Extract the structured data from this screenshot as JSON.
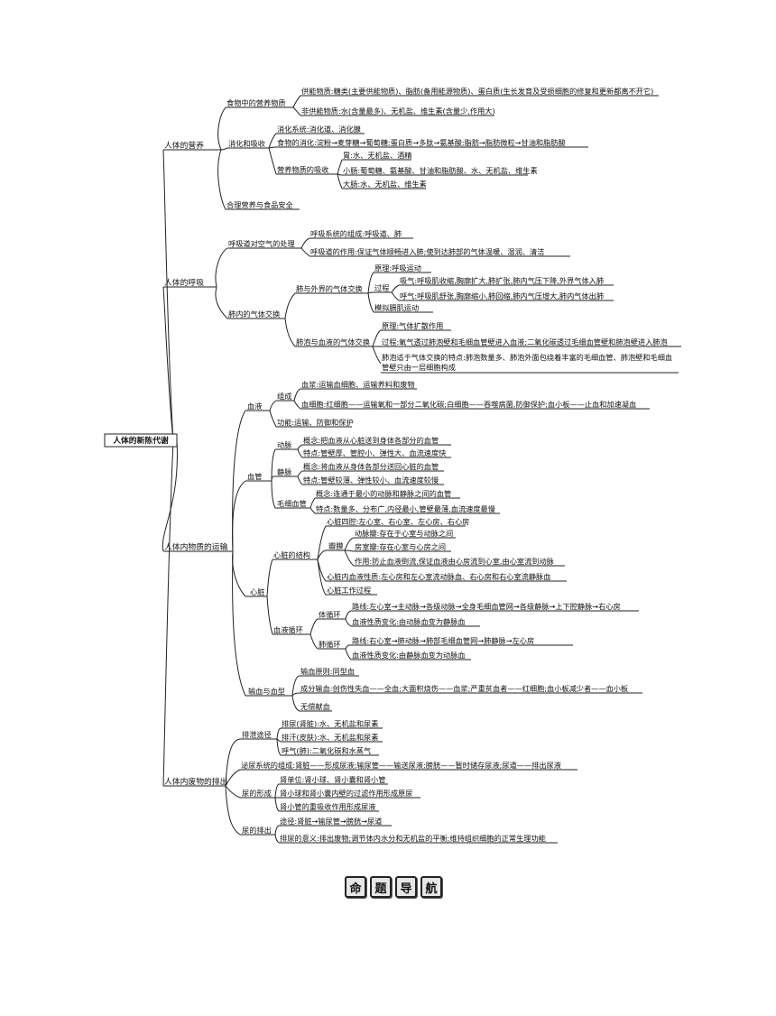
{
  "root": "人体的新陈代谢",
  "nodes": {
    "b1": "人体的营养",
    "b1_1": "食物中的营养物质",
    "b1_1_1": "供能物质:糖类(主要供能物质)、脂肪(备用能源物质)、蛋白质(生长发育及受损细胞的修复和更新都离不开它)",
    "b1_1_2": "非供能物质:水(含量最多)、无机盐、维生素(含量少,作用大)",
    "b1_2": "消化和吸收",
    "b1_2_1": "消化系统:消化道、消化腺",
    "b1_2_2": "食物的消化:淀粉→麦芽糖→葡萄糖;蛋白质→多肽→氨基酸;脂肪→脂肪微粒→甘油和脂肪酸",
    "b1_2_3": "营养物质的吸收",
    "b1_2_3_1": "胃:水、无机盐、酒精",
    "b1_2_3_2": "小肠:葡萄糖、氨基酸、甘油和脂肪酸、水、无机盐、维生素",
    "b1_2_3_3": "大肠:水、无机盐、维生素",
    "b1_3": "合理营养与食品安全",
    "b2": "人体的呼吸",
    "b2_1": "呼吸道对空气的处理",
    "b2_1_1": "呼吸系统的组成:呼吸道、肺",
    "b2_1_2": "呼吸道的作用:保证气体顺畅进入肺;使到达肺部的气体温暖、湿润、清洁",
    "b2_2": "肺内的气体交换",
    "b2_2_1": "肺与外界的气体交换",
    "b2_2_1_1": "原理:呼吸运动",
    "b2_2_1_2": "过程",
    "b2_2_1_2_1": "吸气:呼吸肌收缩,胸廓扩大,肺扩张,肺内气压下降,外界气体入肺",
    "b2_2_1_2_2": "呼气:呼吸肌舒张,胸廓缩小,肺回缩,肺内气压增大,肺内气体出肺",
    "b2_2_1_3": "模拟膈肌运动",
    "b2_2_2": "肺泡与血液的气体交换",
    "b2_2_2_1": "原理:气体扩散作用",
    "b2_2_2_2": "过程:氧气透过肺泡壁和毛细血管壁进入血液;二氧化碳透过毛细血管壁和肺泡壁进入肺泡",
    "b2_2_2_3a": "肺泡适于气体交换的特点:肺泡数量多、肺泡外面包绕着丰富的毛细血管、肺泡壁和毛细血",
    "b2_2_2_3b": "管壁只由一层细胞构成",
    "b3": "人体内物质的运输",
    "b3_1": "血液",
    "b3_1_1": "组成",
    "b3_1_1_1": "血浆:运输血细胞、运输养料和废物",
    "b3_1_1_2": "血细胞:红细胞——运输氧和一部分二氧化碳;白细胞——吞噬病菌,防御保护;血小板——止血和加速凝血",
    "b3_1_2": "功能:运输、防御和保护",
    "b3_2": "血管",
    "b3_2_1": "动脉",
    "b3_2_1_1": "概念:把血液从心脏送到身体各部分的血管",
    "b3_2_1_2": "特点:管壁厚、管腔小、弹性大、血流速度快",
    "b3_2_2": "静脉",
    "b3_2_2_1": "概念:将血液从身体各部分送回心脏的血管",
    "b3_2_2_2": "特点:管壁较薄、弹性较小、血流速度较慢",
    "b3_2_3": "毛细血管",
    "b3_2_3_1": "概念:连通于最小的动脉和静脉之间的血管",
    "b3_2_3_2": "特点:数量多、分布广,内径最小,管壁最薄,血流速度最慢",
    "b3_3": "心脏",
    "b3_3_1": "心脏的结构",
    "b3_3_1_1": "心脏四腔:左心室、右心室、左心房、右心房",
    "b3_3_1_2": "瓣膜",
    "b3_3_1_2_1": "动脉瓣:存在于心室与动脉之间",
    "b3_3_1_2_2": "房室瓣:存在心室与心房之间",
    "b3_3_1_2_3": "作用:防止血液倒流,保证血液由心房流到心室,由心室流到动脉",
    "b3_3_1_3": "心脏内血液性质:左心房和左心室流动脉血、右心房和右心室流静脉血",
    "b3_3_1_4": "心脏工作过程",
    "b3_3_2": "血液循环",
    "b3_3_2_1": "体循环",
    "b3_3_2_1_1": "路线:左心室→主动脉→各级动脉→全身毛细血管网→各级静脉→上下腔静脉→右心房",
    "b3_3_2_1_2": "血液性质变化:由动脉血变为静脉血",
    "b3_3_2_2": "肺循环",
    "b3_3_2_2_1": "路线:右心室→肺动脉→肺部毛细血管网→肺静脉→左心房",
    "b3_3_2_2_2": "血液性质变化:由静脉血变为动脉血",
    "b3_4": "输血与血型",
    "b3_4_1": "输血原则:同型血",
    "b3_4_2": "成分输血:创伤性失血——全血;大面积烧伤——血浆;严重贫血者——红细胞;血小板减少者——血小板",
    "b3_4_3": "无偿献血",
    "b4": "人体内废物的排出",
    "b4_1": "排泄途径",
    "b4_1_1": "排尿(肾脏):水、无机盐和尿素",
    "b4_1_2": "排汗(皮肤):水、无机盐和尿素",
    "b4_1_3": "呼气(肺):二氧化碳和水蒸气",
    "b4_2": "泌尿系统的组成:肾脏——形成尿液;输尿管——输送尿液;膀胱——暂时储存尿液;尿道——排出尿液",
    "b4_3": "尿的形成",
    "b4_3_1": "肾单位:肾小球、肾小囊和肾小管",
    "b4_3_2": "肾小球和肾小囊内壁的过滤作用形成原尿",
    "b4_3_3": "肾小管的重吸收作用形成尿液",
    "b4_4": "尿的排出",
    "b4_4_1": "途径:肾脏→输尿管→膀胱→尿道",
    "b4_4_2": "排尿的意义:排出废物;调节体内水分和无机盐的平衡;维持组织细胞的正常生理功能"
  },
  "footer": [
    "命",
    "题",
    "导",
    "航"
  ]
}
